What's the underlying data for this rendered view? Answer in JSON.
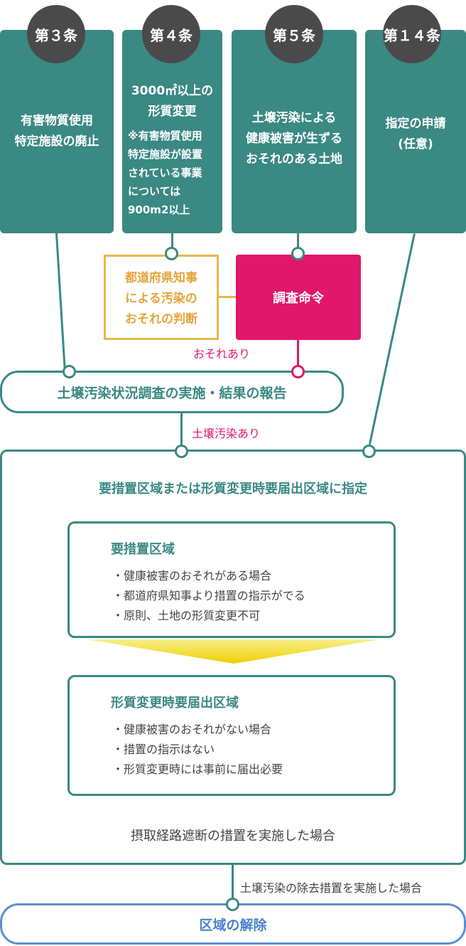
{
  "articles": [
    {
      "badge": "第３条",
      "lines": [
        "有害物質使用",
        "特定施設の廃止"
      ]
    },
    {
      "badge": "第４条",
      "lines": [
        "3000㎡以上の",
        "形質変更"
      ],
      "note": [
        "※有害物質使用",
        "特定施設が設置",
        "されている事業",
        "については",
        "900m2以上"
      ]
    },
    {
      "badge": "第５条",
      "lines": [
        "土壌汚染による",
        "健康被害が生ずる",
        "おそれのある土地"
      ]
    },
    {
      "badge": "第１４条",
      "lines": [
        "指定の申請",
        "(任意)"
      ]
    }
  ],
  "judgment": [
    "都道府県知事",
    "による汚染の",
    "おそれの判断"
  ],
  "order": "調査命令",
  "risk_label": "おそれあり",
  "survey": "土壌汚染状況調査の実施・結果の報告",
  "contamination_label": "土壌汚染あり",
  "designation_title": "要措置区域または形質変更時要届出区域に指定",
  "zone1": {
    "title": "要措置区域",
    "items": [
      "・健康被害のおそれがある場合",
      "・都道府県知事より措置の指示がでる",
      "・原則、土地の形質変更不可"
    ]
  },
  "zone2": {
    "title": "形質変更時要届出区域",
    "items": [
      "・健康被害のおそれがない場合",
      "・措置の指示はない",
      "・形質変更時には事前に届出必要"
    ]
  },
  "intake_label": "摂取経路遮断の措置を実施した場合",
  "removal_label": "土壌汚染の除去措置を実施した場合",
  "release": "区域の解除",
  "colors": {
    "teal": "#3a8983",
    "pink": "#e0176a",
    "yellow": "#e5b84a",
    "blue": "#5a8fd4",
    "dark": "#4a4a4a"
  }
}
